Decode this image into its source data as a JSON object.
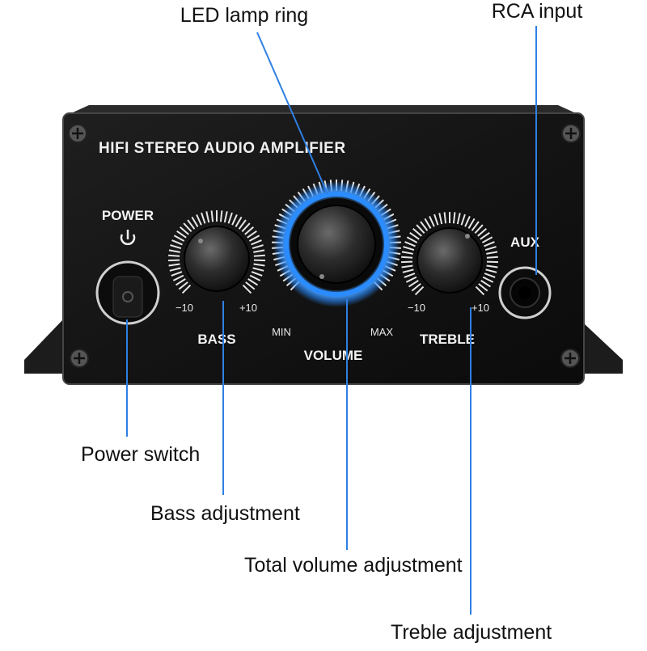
{
  "colors": {
    "leader_line": "#2f7fe3",
    "led_ring": "#2a8cff",
    "panel": "#151515",
    "text_dark": "#111111"
  },
  "panel": {
    "title": "HIFI STEREO AUDIO AMPLIFIER",
    "power_label": "POWER",
    "power_icon": "power-symbol-icon",
    "aux_label": "AUX",
    "bass": {
      "label": "BASS",
      "min": "−10",
      "max": "+10"
    },
    "volume": {
      "label": "VOLUME",
      "min": "MIN",
      "max": "MAX"
    },
    "treble": {
      "label": "TREBLE",
      "min": "−10",
      "max": "+10"
    }
  },
  "callouts": {
    "led_ring": "LED lamp ring",
    "rca_input": "RCA input",
    "power_switch": "Power switch",
    "bass": "Bass adjustment",
    "volume": "Total volume adjustment",
    "treble": "Treble adjustment"
  }
}
